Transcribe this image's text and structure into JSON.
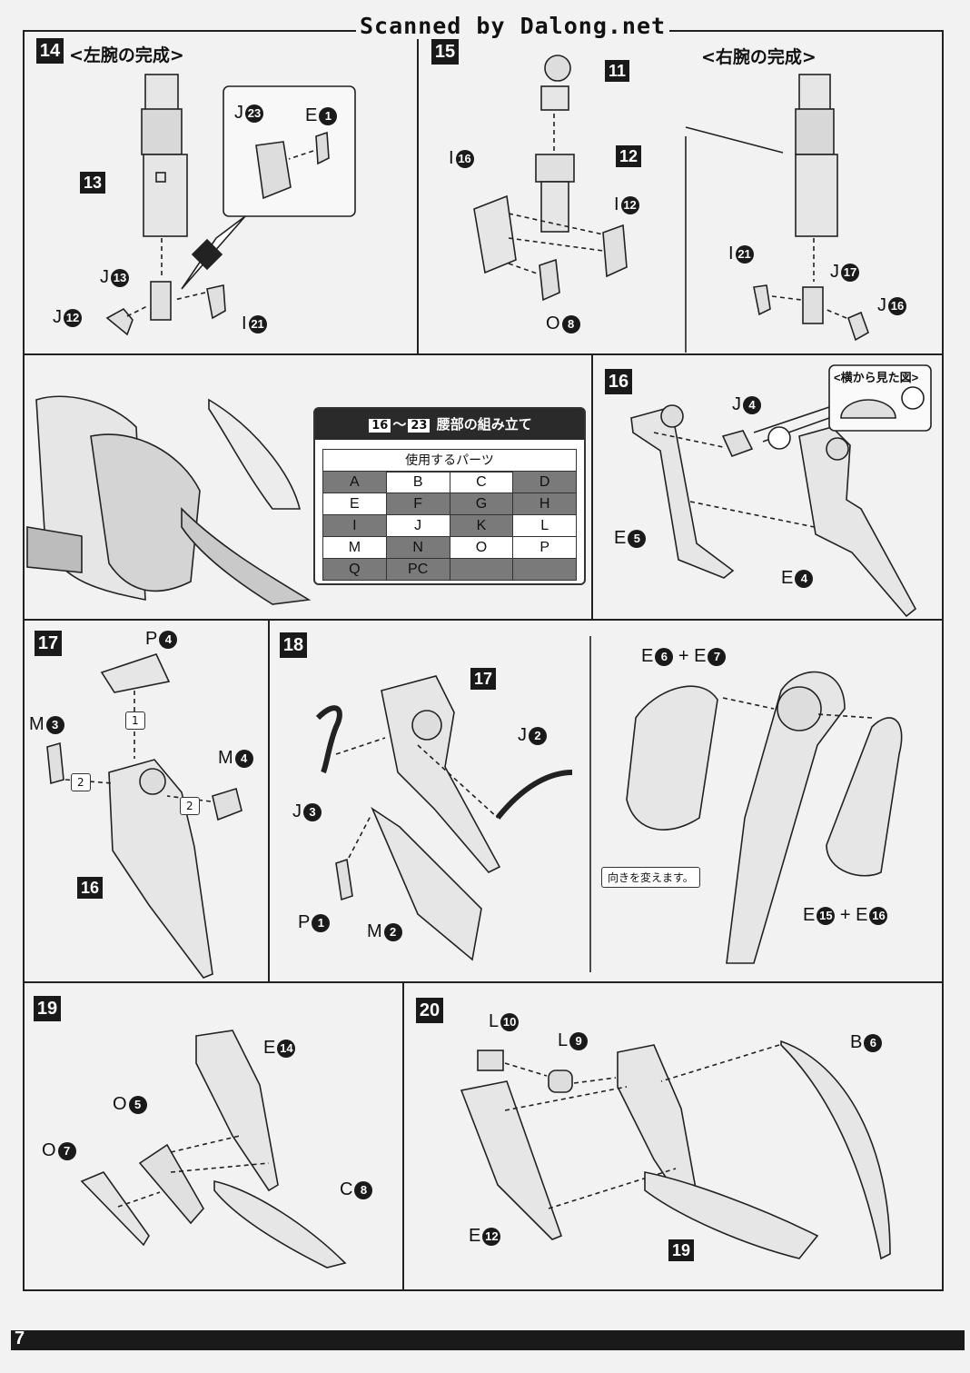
{
  "header": {
    "scan_text": "Scanned by Dalong.net"
  },
  "step14": {
    "num": "14",
    "title": "<左腕の完成>",
    "labels": {
      "j23": "J",
      "j23n": "23",
      "e1": "E",
      "e1n": "1",
      "p13": "13",
      "j13": "J",
      "j13n": "13",
      "j12": "J",
      "j12n": "12",
      "i21": "I",
      "i21n": "21"
    }
  },
  "step15": {
    "num": "15",
    "title": "<右腕の完成>",
    "labels": {
      "p11": "11",
      "p12": "12",
      "i16": "I",
      "i16n": "16",
      "i12": "I",
      "i12n": "12",
      "o8": "O",
      "o8n": "8",
      "i21": "I",
      "i21n": "21",
      "j17": "J",
      "j17n": "17",
      "j16": "J",
      "j16n": "16"
    }
  },
  "parts": {
    "range_start": "16",
    "range_end": "23",
    "title": "腰部の組み立て",
    "subtitle": "使用するパーツ",
    "rows": [
      [
        "A",
        "B",
        "C",
        "D"
      ],
      [
        "E",
        "F",
        "G",
        "H"
      ],
      [
        "I",
        "J",
        "K",
        "L"
      ],
      [
        "M",
        "N",
        "O",
        "P"
      ],
      [
        "Q",
        "PC",
        "",
        ""
      ]
    ]
  },
  "step16": {
    "num": "16",
    "side_note": "<横から見た図>",
    "labels": {
      "j4": "J",
      "j4n": "4",
      "e5": "E",
      "e5n": "5",
      "e4": "E",
      "e4n": "4"
    }
  },
  "step17": {
    "num": "17",
    "labels": {
      "p4": "P",
      "p4n": "4",
      "m3": "M",
      "m3n": "3",
      "m4": "M",
      "m4n": "4",
      "p16": "16",
      "s1": "1",
      "s2a": "2",
      "s2b": "2"
    }
  },
  "step18": {
    "num": "18",
    "note": "向きを変えます。",
    "labels": {
      "p17": "17",
      "j2": "J",
      "j2n": "2",
      "j3": "J",
      "j3n": "3",
      "p1": "P",
      "p1n": "1",
      "m2": "M",
      "m2n": "2",
      "e6": "E",
      "e6n": "6",
      "e7": "E",
      "e7n": "7",
      "e15": "E",
      "e15n": "15",
      "e16": "E",
      "e16n": "16"
    }
  },
  "step19": {
    "num": "19",
    "labels": {
      "e14": "E",
      "e14n": "14",
      "o5": "O",
      "o5n": "5",
      "o7": "O",
      "o7n": "7",
      "c8": "C",
      "c8n": "8"
    }
  },
  "step20": {
    "num": "20",
    "labels": {
      "l10": "L",
      "l10n": "10",
      "l9": "L",
      "l9n": "9",
      "b6": "B",
      "b6n": "6",
      "e12": "E",
      "e12n": "12",
      "p19": "19"
    }
  },
  "footer": {
    "page": "7"
  }
}
